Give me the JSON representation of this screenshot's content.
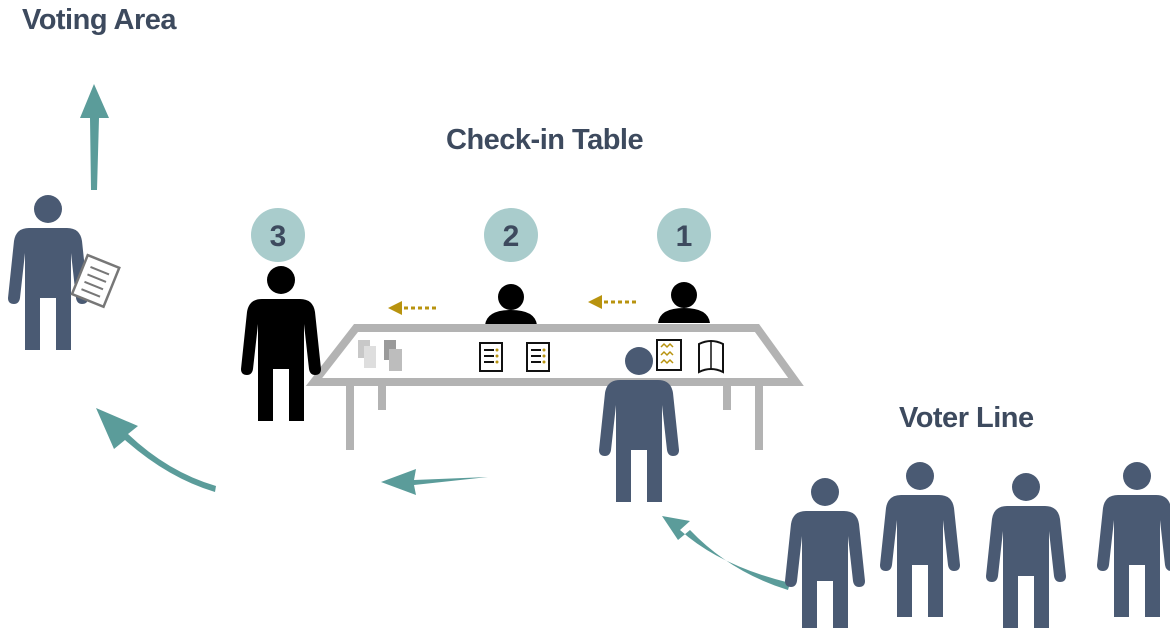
{
  "titles": {
    "voting_area": "Voting Area",
    "checkin_table": "Check-in Table",
    "voter_line": "Voter Line"
  },
  "steps": [
    "1",
    "2",
    "3"
  ],
  "colors": {
    "voter": "#4a5a73",
    "poll_worker": "#000000",
    "step_circle": "#a9cccc",
    "flow_arrow": "#5b9c9a",
    "handoff_arrow": "#b8930f",
    "table": "#b3b3b3",
    "title_text": "#3d4a5e"
  },
  "icons": [
    "person-icon",
    "ballot-icon",
    "poll-book-icon",
    "document-icon",
    "arrow-icon"
  ]
}
